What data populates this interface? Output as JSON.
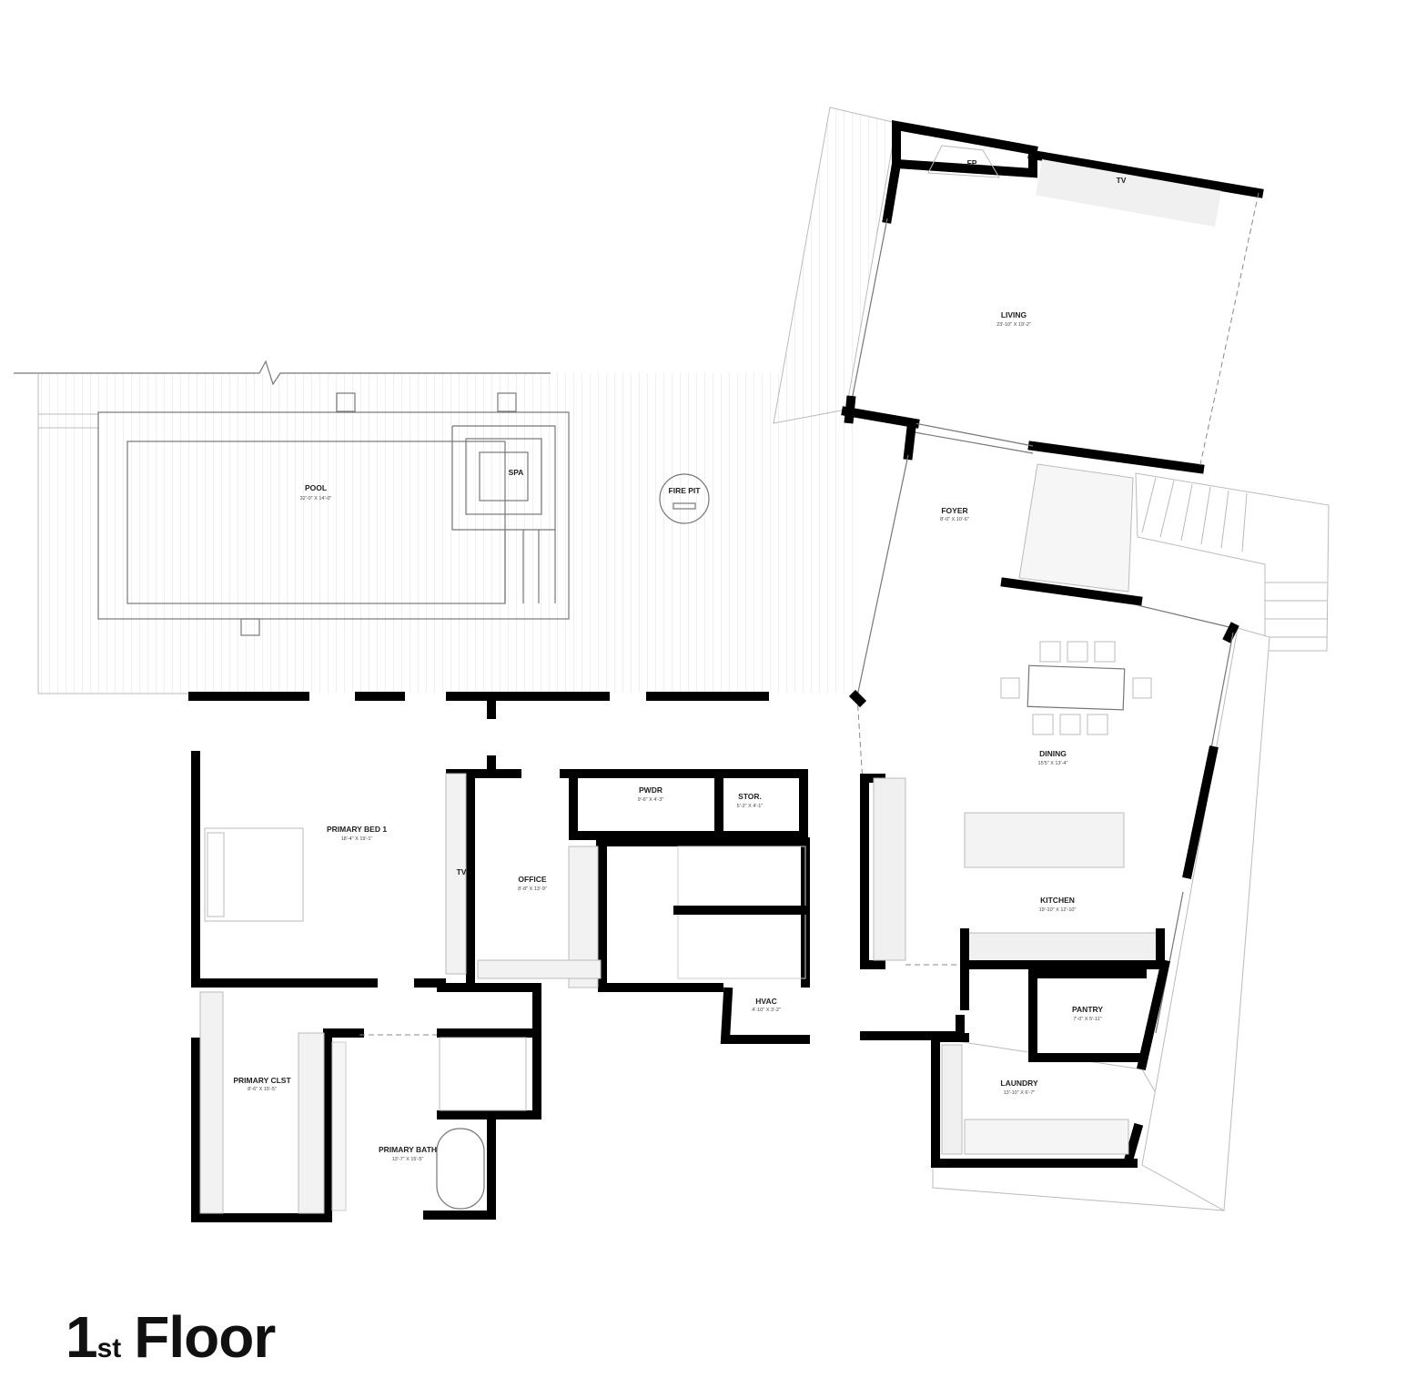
{
  "title": {
    "number": "1",
    "suffix": "st",
    "word": "Floor"
  },
  "rooms": {
    "pool": {
      "label": "POOL",
      "dims": "32'-0\" X 14'-0\""
    },
    "spa": {
      "label": "SPA"
    },
    "fire_pit": {
      "label": "FIRE PIT"
    },
    "fp": {
      "label": "FP"
    },
    "tv_living": {
      "label": "TV"
    },
    "living": {
      "label": "LIVING",
      "dims": "23'-10\" X 19'-2\""
    },
    "foyer": {
      "label": "FOYER",
      "dims": "8'-0\" X 10'-6\""
    },
    "dining": {
      "label": "DINING",
      "dims": "15'5\" X 13'-4\""
    },
    "kitchen": {
      "label": "KITCHEN",
      "dims": "19'-10\" X 12'-10\""
    },
    "primary_bed": {
      "label": "PRIMARY BED 1",
      "dims": "18'-4\" X 19'-1\""
    },
    "tv_bed": {
      "label": "TV"
    },
    "office": {
      "label": "OFFICE",
      "dims": "8'-8\" X 13'-9\""
    },
    "pwdr": {
      "label": "PWDR",
      "dims": "9'-6\" X 4'-3\""
    },
    "stor": {
      "label": "STOR.",
      "dims": "5'-2\" X 4'-1\""
    },
    "hvac": {
      "label": "HVAC",
      "dims": "4'-10\" X 3'-2\""
    },
    "pantry": {
      "label": "PANTRY",
      "dims": "7'-0\" X 5'-11\""
    },
    "laundry": {
      "label": "LAUNDRY",
      "dims": "13'-10\" X 6'-7\""
    },
    "primary_clst": {
      "label": "PRIMARY CLST",
      "dims": "8'-6\" X 15'-5\""
    },
    "primary_bath": {
      "label": "PRIMARY BATH",
      "dims": "13'-7\" X 15'-5\""
    }
  }
}
